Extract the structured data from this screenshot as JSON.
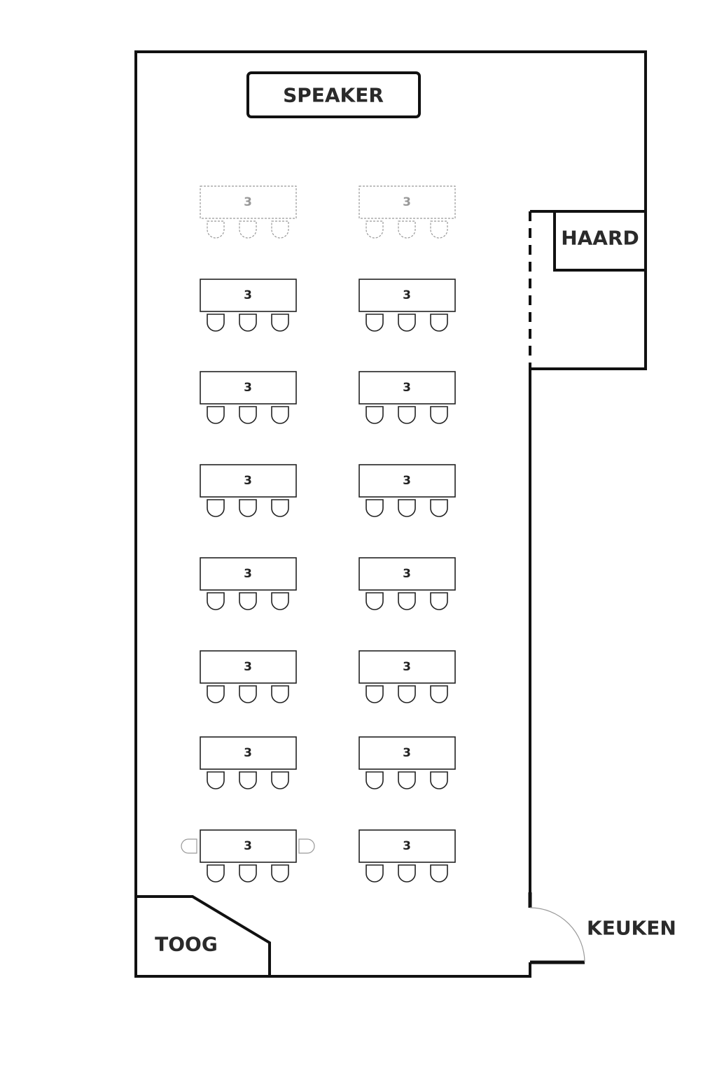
{
  "labels": {
    "speaker": "SPEAKER",
    "haard": "HAARD",
    "toog": "TOOG",
    "keuken": "KEUKEN"
  },
  "colors": {
    "wall": "#111111",
    "planned": "#999999",
    "table": "#222222"
  },
  "tables": [
    {
      "label": "3",
      "status": "optional",
      "chairs": 3
    },
    {
      "label": "3",
      "status": "optional",
      "chairs": 3
    },
    {
      "label": "3",
      "status": "set",
      "chairs": 3
    },
    {
      "label": "3",
      "status": "set",
      "chairs": 3
    },
    {
      "label": "3",
      "status": "set",
      "chairs": 3
    },
    {
      "label": "3",
      "status": "set",
      "chairs": 3
    },
    {
      "label": "3",
      "status": "set",
      "chairs": 3
    },
    {
      "label": "3",
      "status": "set",
      "chairs": 3
    },
    {
      "label": "3",
      "status": "set",
      "chairs": 3
    },
    {
      "label": "3",
      "status": "set",
      "chairs": 3
    },
    {
      "label": "3",
      "status": "set",
      "chairs": 3
    },
    {
      "label": "3",
      "status": "set",
      "chairs": 3
    },
    {
      "label": "3",
      "status": "set",
      "chairs": 3
    },
    {
      "label": "3",
      "status": "set",
      "chairs": 3
    },
    {
      "label": "3",
      "status": "set",
      "chairs": 3,
      "side_chairs_optional": 2
    },
    {
      "label": "3",
      "status": "set",
      "chairs": 3
    }
  ]
}
